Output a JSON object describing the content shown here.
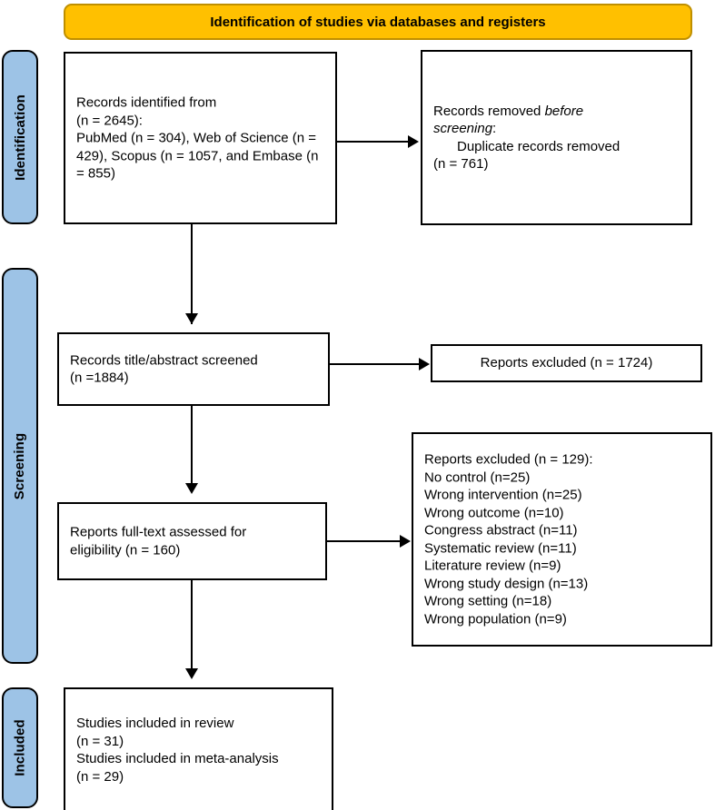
{
  "banner": {
    "title": "Identification of studies via databases and registers"
  },
  "phases": [
    {
      "id": "identification",
      "label": "Identification"
    },
    {
      "id": "screening",
      "label": "Screening"
    },
    {
      "id": "included",
      "label": "Included"
    }
  ],
  "nodes": {
    "records_identified": {
      "name": "records-identified-box",
      "line1": "Records identified from",
      "line2": "(n = 2645):",
      "line3": "PubMed (n = 304), Web of Science (n = 429), Scopus (n = 1057, and Embase (n = 855)"
    },
    "records_removed": {
      "name": "records-removed-box",
      "line1_a": "Records removed ",
      "line1_em": "before",
      "line2_em": "screening",
      "line2_b": ":",
      "line3": "Duplicate records removed",
      "line4": "(n = 761)"
    },
    "records_screened": {
      "name": "records-screened-box",
      "line1": "Records title/abstract screened",
      "line2": "(n =1884)"
    },
    "reports_excluded_screen": {
      "name": "reports-excluded-screening-box",
      "line1": "Reports excluded (n = 1724)"
    },
    "fulltext_assessed": {
      "name": "fulltext-assessed-box",
      "line1": "Reports full-text assessed for",
      "line2": "eligibility (n = 160)"
    },
    "reports_excluded_detail": {
      "name": "reports-excluded-detail-box",
      "heading": "Reports excluded (n = 129):",
      "reasons": [
        "No control (n=25)",
        "Wrong intervention (n=25)",
        "Wrong outcome (n=10)",
        "Congress abstract (n=11)",
        "Systematic review (n=11)",
        "Literature review (n=9)",
        "Wrong study design (n=13)",
        "Wrong setting (n=18)",
        "Wrong population (n=9)"
      ]
    },
    "studies_included": {
      "name": "studies-included-box",
      "line1": "Studies included in review",
      "line2": "(n = 31)",
      "line3": "Studies included in meta-analysis",
      "line4": "(n = 29)"
    }
  },
  "chart_data": {
    "type": "diagram",
    "title": "Identification of studies via databases and registers",
    "diagram_kind": "PRISMA 2020 flow diagram",
    "phases": [
      "Identification",
      "Screening",
      "Included"
    ],
    "counts": {
      "records_identified_total": 2645,
      "sources": [
        {
          "database": "PubMed",
          "n": 304
        },
        {
          "database": "Web of Science",
          "n": 429
        },
        {
          "database": "Scopus",
          "n": 1057
        },
        {
          "database": "Embase",
          "n": 855
        }
      ],
      "duplicate_records_removed": 761,
      "records_title_abstract_screened": 1884,
      "records_excluded_at_screening": 1724,
      "reports_full_text_assessed": 160,
      "reports_excluded_full_text_total": 129,
      "exclusion_reasons": [
        {
          "reason": "No control",
          "n": 25
        },
        {
          "reason": "Wrong intervention",
          "n": 25
        },
        {
          "reason": "Wrong outcome",
          "n": 10
        },
        {
          "reason": "Congress abstract",
          "n": 11
        },
        {
          "reason": "Systematic review",
          "n": 11
        },
        {
          "reason": "Literature review",
          "n": 9
        },
        {
          "reason": "Wrong study design",
          "n": 13
        },
        {
          "reason": "Wrong setting",
          "n": 18
        },
        {
          "reason": "Wrong population",
          "n": 9
        }
      ],
      "studies_included_in_review": 31,
      "studies_included_in_meta_analysis": 29
    },
    "colors": {
      "banner_fill": "#ffc000",
      "banner_border": "#bf8f00",
      "phase_bar_fill": "#9dc3e6",
      "node_border": "#000000",
      "node_fill": "#ffffff"
    }
  }
}
